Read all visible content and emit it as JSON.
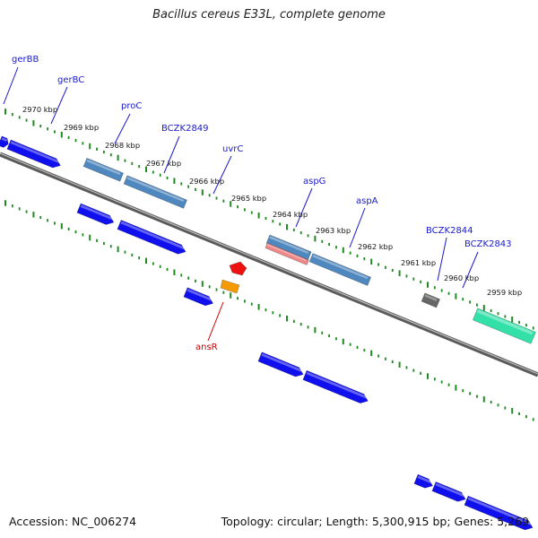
{
  "title": "Bacillus cereus E33L, complete genome",
  "footer": {
    "accession": "Accession: NC_006274",
    "summary": "Topology: circular; Length: 5,300,915 bp; Genes: 5,269"
  },
  "colors": {
    "backbone": "#777777",
    "ticks": "#1f8a1f",
    "cds": "#1010ee",
    "gene_feature": "#4f88be",
    "rrna_like": "#ee8888",
    "pseudo": "#666666",
    "highlight_cds": "#33e0a8",
    "label_blue": "#1a1acc",
    "label_red": "#cc0000",
    "ansR_top": "#ee1111",
    "ansR_bottom": "#f59a00"
  },
  "kbp_labels": [
    "2970 kbp",
    "2969 kbp",
    "2968 kbp",
    "2967 kbp",
    "2966 kbp",
    "2965 kbp",
    "2964 kbp",
    "2963 kbp",
    "2962 kbp",
    "2961 kbp",
    "2960 kbp",
    "2959 kbp"
  ],
  "gene_labels": [
    {
      "name": "gerBB",
      "color": "blue"
    },
    {
      "name": "gerBC",
      "color": "blue"
    },
    {
      "name": "proC",
      "color": "blue"
    },
    {
      "name": "BCZK2849",
      "color": "blue"
    },
    {
      "name": "uvrC",
      "color": "blue"
    },
    {
      "name": "aspG",
      "color": "blue"
    },
    {
      "name": "aspA",
      "color": "blue"
    },
    {
      "name": "BCZK2844",
      "color": "blue"
    },
    {
      "name": "BCZK2843",
      "color": "blue"
    },
    {
      "name": "ansR",
      "color": "red"
    }
  ]
}
